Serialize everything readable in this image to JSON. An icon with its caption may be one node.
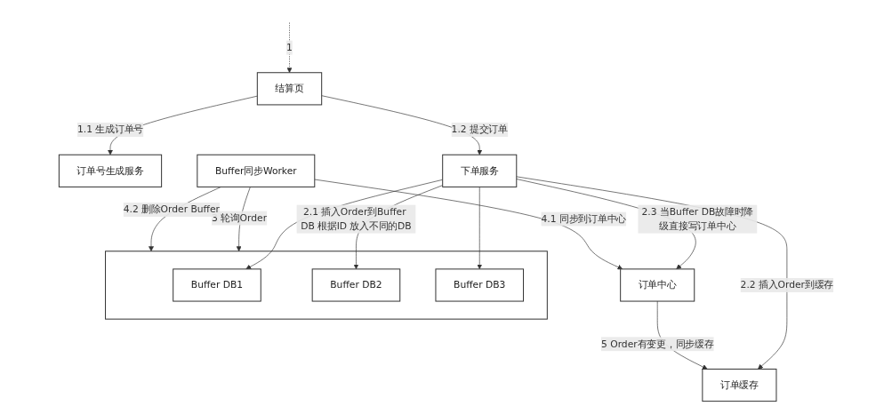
{
  "diagram": {
    "nodes": [
      {
        "text": [
          "结算页"
        ]
      },
      {
        "text": [
          "订单号生成服务"
        ]
      },
      {
        "text": [
          "下单服务"
        ]
      },
      {
        "text": [
          "订单缓存"
        ]
      },
      {
        "text": [],
        "shape": "box"
      },
      {
        "text": [
          "Buffer DB1"
        ],
        "in": 4
      },
      {
        "text": [
          "Buffer DB2"
        ],
        "in": 4
      },
      {
        "text": [
          "Buffer DB3"
        ],
        "in": 4
      },
      {
        "text": [
          "Buffer同步Worker"
        ]
      },
      {
        "text": [
          "订单中心"
        ]
      }
    ],
    "edges": [
      {
        "from": null,
        "to": 0,
        "arrow": "to",
        "label": "1",
        "style": "dashed"
      },
      {
        "from": 0,
        "to": 1,
        "arrow": "to",
        "label": "1.1 生成订单号"
      },
      {
        "from": 0,
        "to": 2,
        "arrow": "to",
        "label": "1.2 提交订单"
      },
      {
        "from": 2,
        "to": 3,
        "arrow": "to",
        "label": "2.2 插入Order到缓存"
      },
      {
        "from": 2,
        "to": 5,
        "arrow": "to"
      },
      {
        "from": 2,
        "to": 6,
        "arrow": "to",
        "label": "2.1 插入Order到Buffer DB 根据ID 放入不同的DB"
      },
      {
        "from": 2,
        "to": 7,
        "arrow": "to"
      },
      {
        "from": 2,
        "to": 9,
        "arrow": "to",
        "label": "2.3 当Buffer DB故障时降级直接写订单中心"
      },
      {
        "from": 8,
        "to": 4,
        "arrow": "to",
        "label": "3 轮询Order"
      },
      {
        "from": 8,
        "to": 9,
        "arrow": "to",
        "label": "4.1 同步到订单中心"
      },
      {
        "from": 8,
        "to": 4,
        "arrow": "to",
        "label": "4.2 删除Order Buffer"
      },
      {
        "from": 9,
        "to": 3,
        "arrow": "to",
        "label": "5 Order有变更，同步缓存"
      }
    ]
  }
}
